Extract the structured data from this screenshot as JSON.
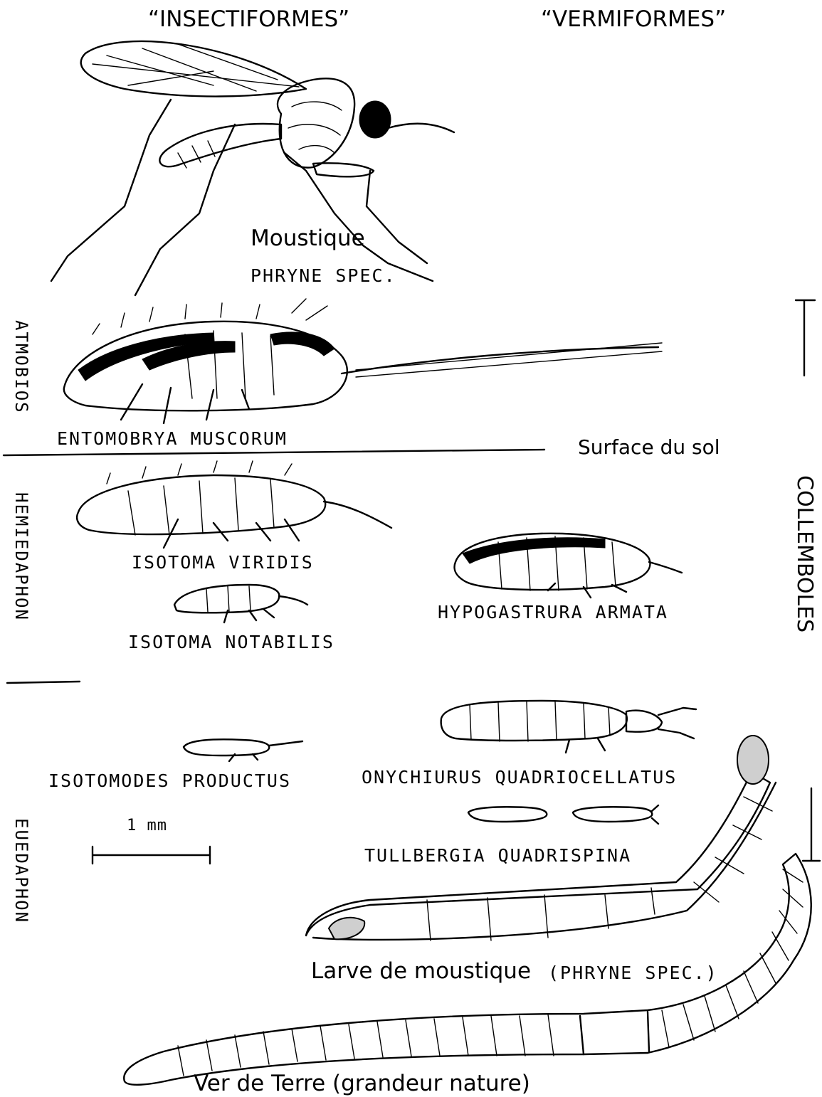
{
  "headers": {
    "left": "“INSECTIFORMES”",
    "right": "“VERMIFORMES”"
  },
  "zones": {
    "atmobios": "ATMOBIOS",
    "hemiedaphon": "HEMIEDAPHON",
    "euedaphon": "EUEDAPHON"
  },
  "group_label": "COLLEMBOLES",
  "surface_label": "Surface du sol",
  "scale_label": "1 mm",
  "specimens": {
    "moustique_common": "Moustique",
    "moustique_latin": "PHRYNE SPEC.",
    "entomobrya": "ENTOMOBRYA MUSCORUM",
    "isotoma_viridis": "ISOTOMA VIRIDIS",
    "isotoma_notabilis": "ISOTOMA NOTABILIS",
    "hypogastrura": "HYPOGASTRURA ARMATA",
    "isotomodes": "ISOTOMODES PRODUCTUS",
    "onychiurus": "ONYCHIURUS QUADRIOCELLATUS",
    "tullbergia": "TULLBERGIA QUADRISPINA",
    "larve_common": "Larve de moustique",
    "larve_latin": "(PHRYNE SPEC.)",
    "ver": "Ver de Terre (grandeur nature)"
  }
}
